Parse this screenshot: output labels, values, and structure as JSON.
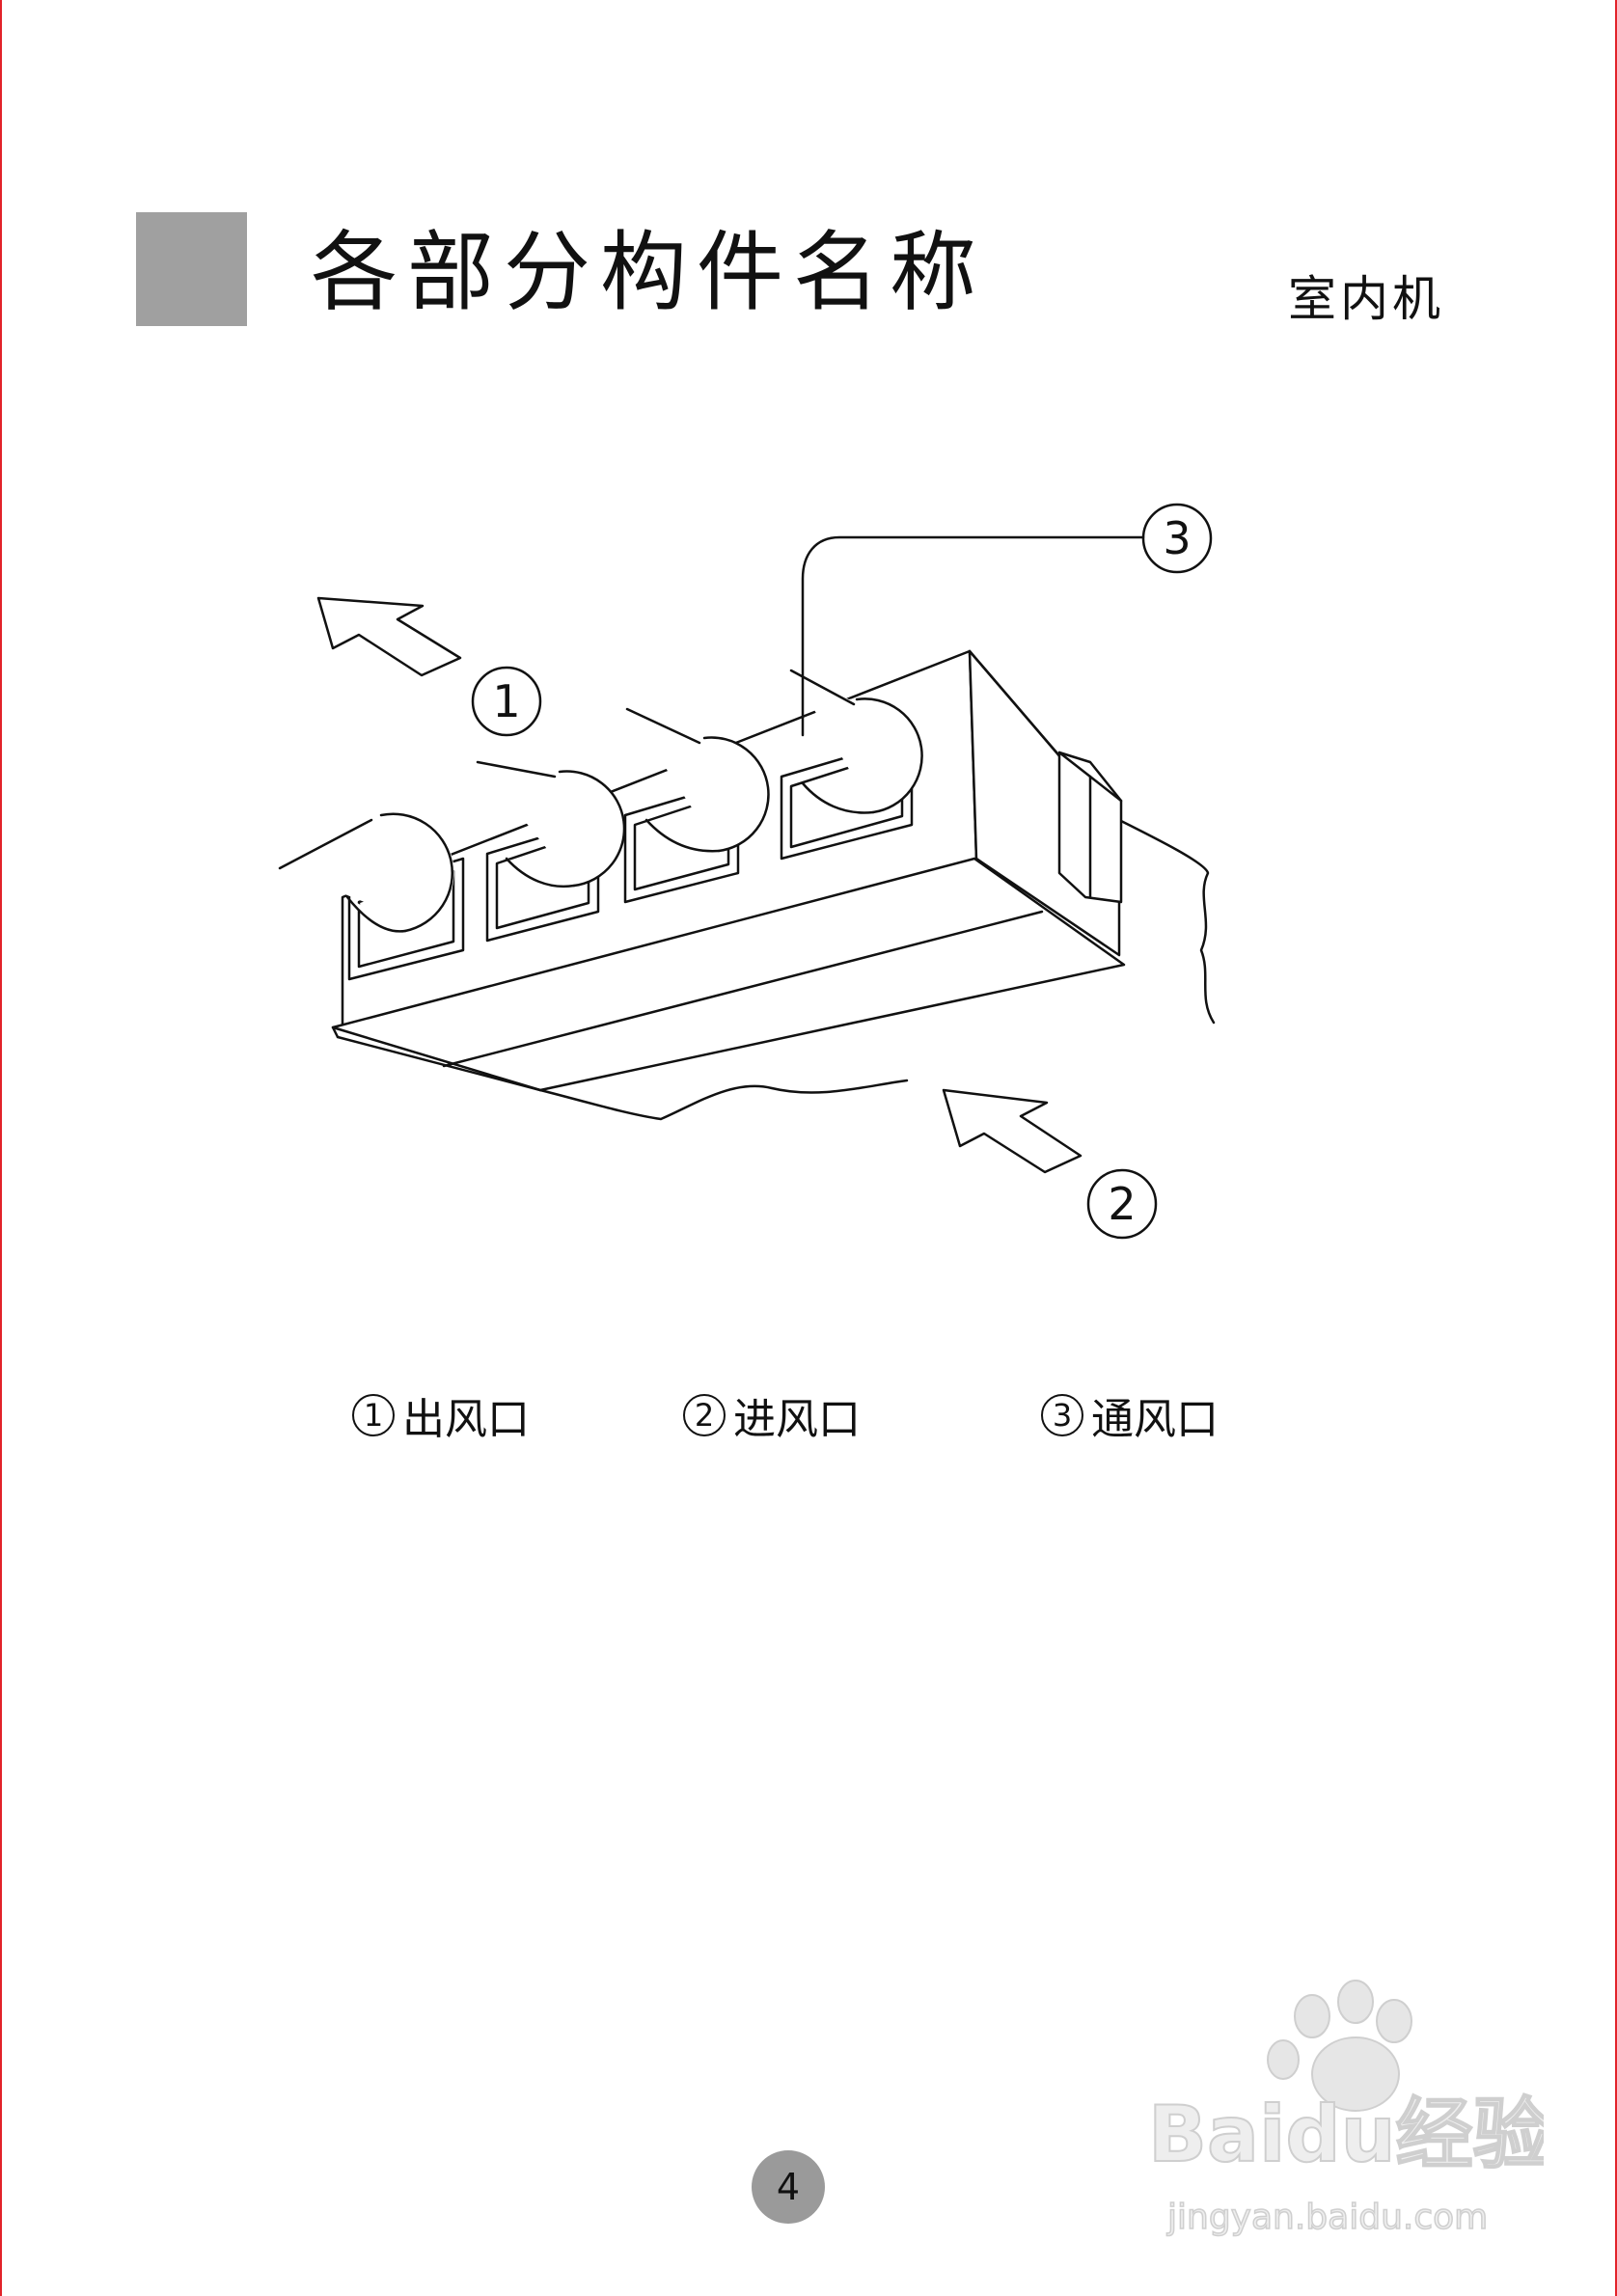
{
  "header": {
    "title": "各部分构件名称",
    "subtitle": "室内机"
  },
  "diagram": {
    "callouts": [
      {
        "number": "1"
      },
      {
        "number": "2"
      },
      {
        "number": "3"
      }
    ]
  },
  "legend": [
    {
      "number": "1",
      "label": "出风口"
    },
    {
      "number": "2",
      "label": "进风口"
    },
    {
      "number": "3",
      "label": "通风口"
    }
  ],
  "footer": {
    "page_number": "4"
  },
  "watermark": {
    "brand": "Baidu经验",
    "url": "jingyan.baidu.com"
  },
  "colors": {
    "edge": "#e2232a",
    "title_square": "#a0a0a0",
    "page_badge": "#9a9a9a"
  }
}
